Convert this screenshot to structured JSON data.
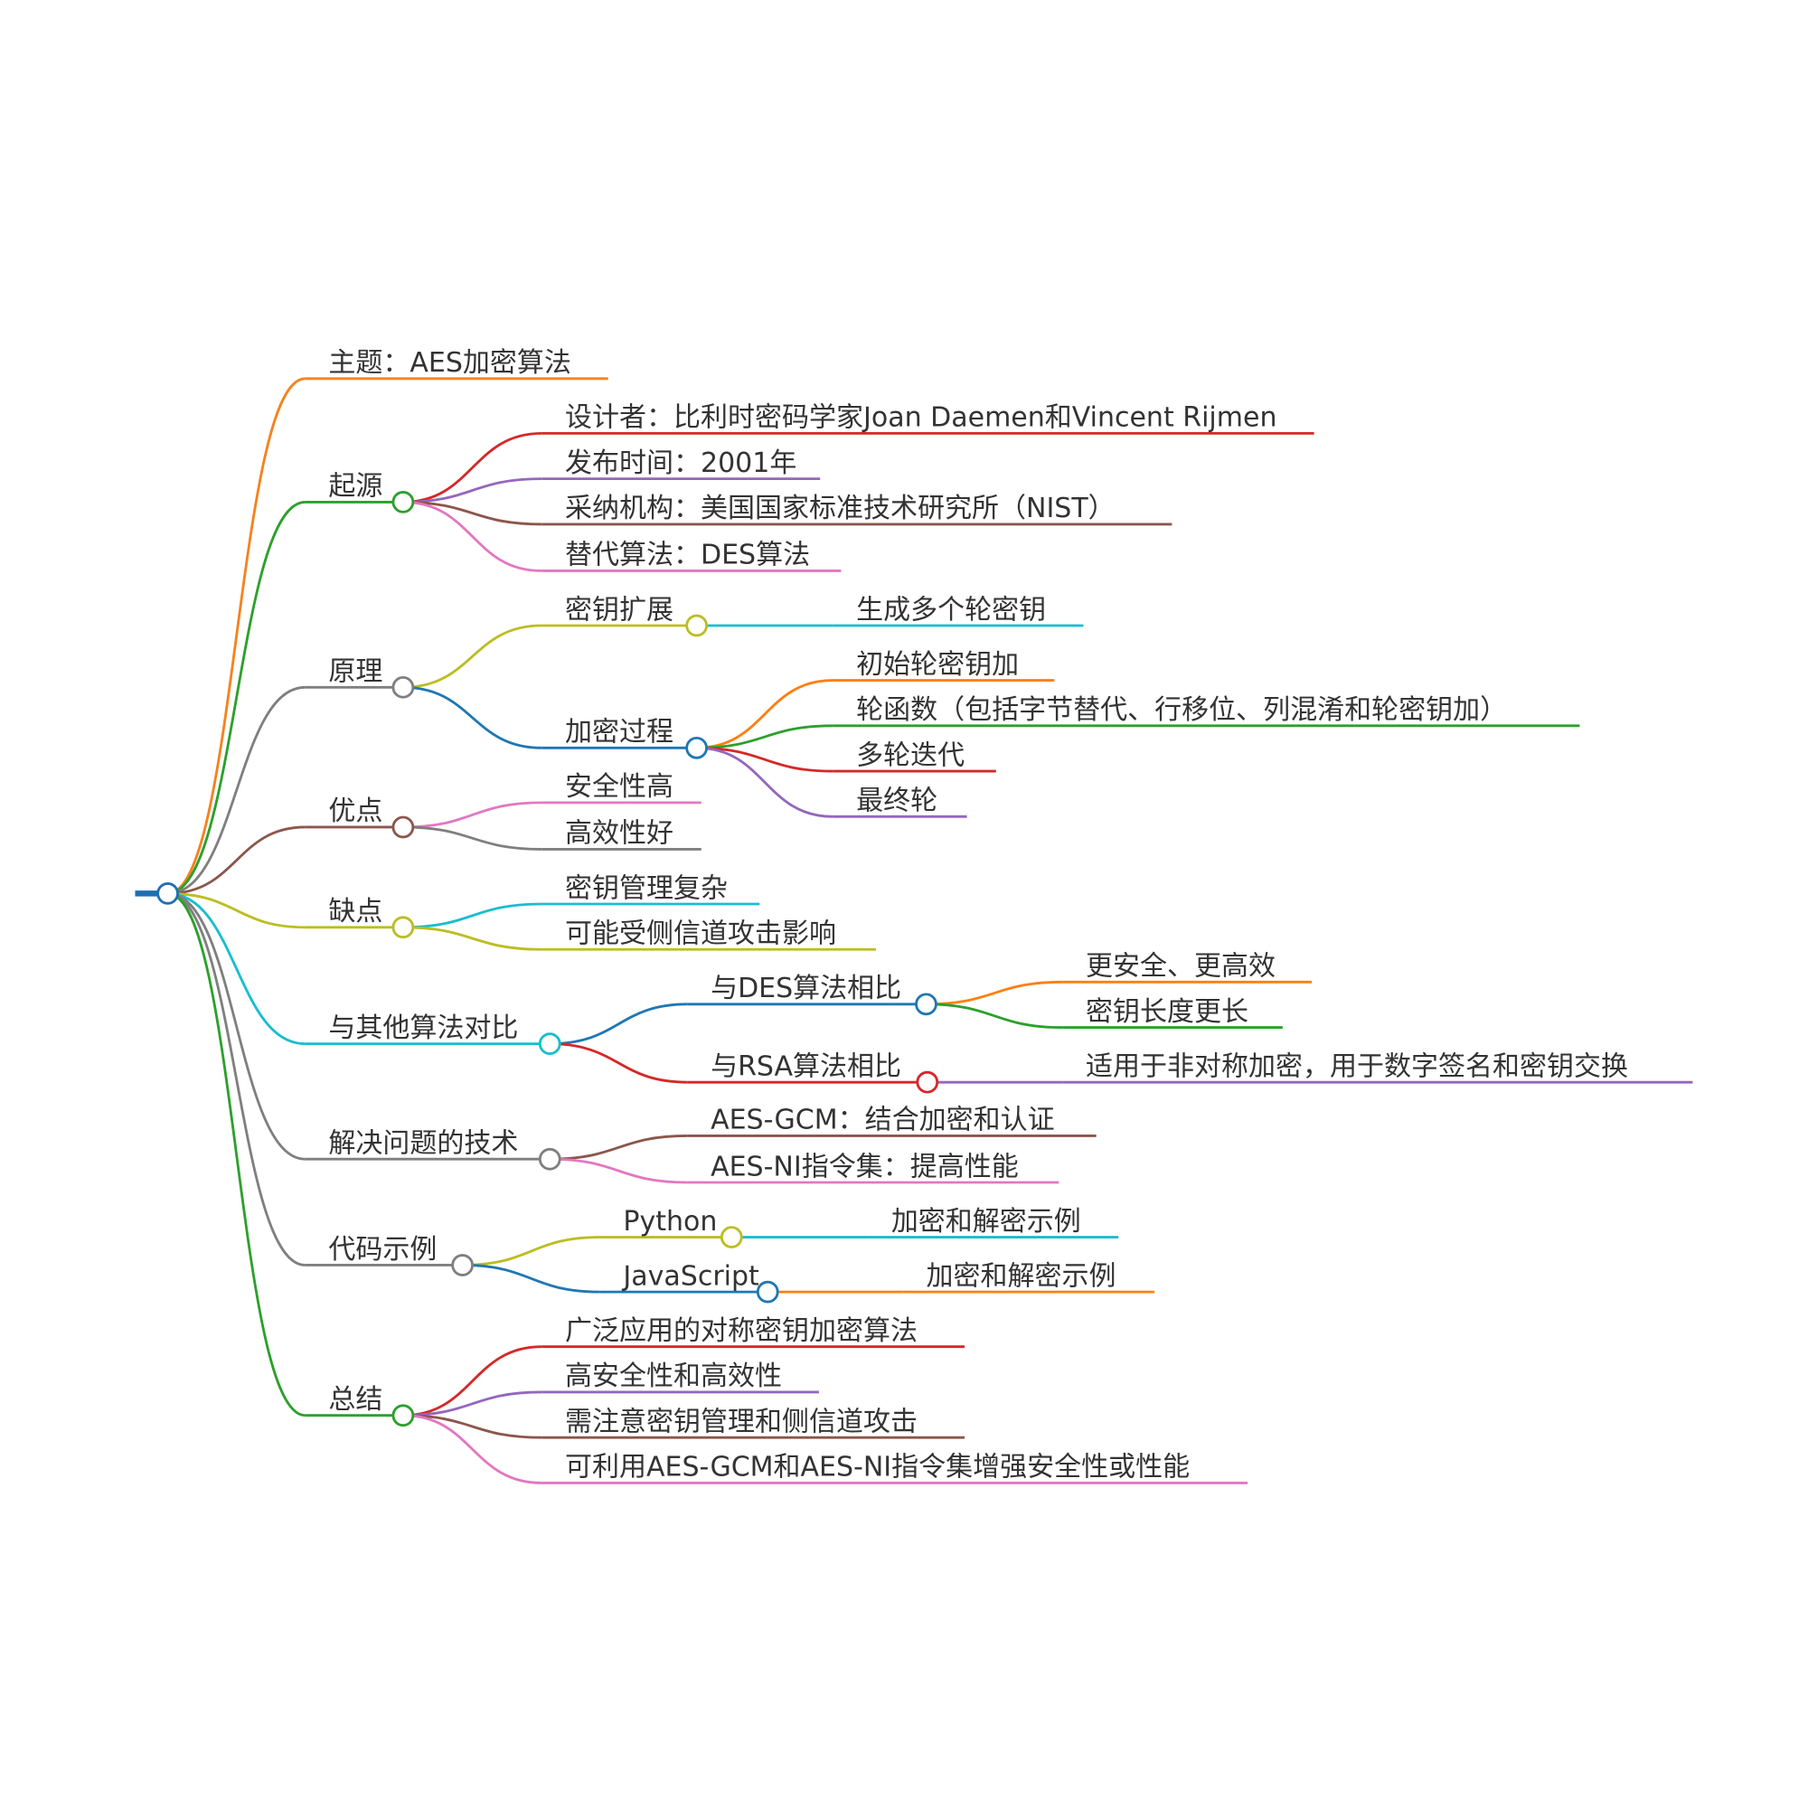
{
  "mindmap": {
    "root_color": "#1f6fb4",
    "nodes": [
      {
        "id": "topic",
        "label": "主题：AES加密算法",
        "color": "#f5821f",
        "children": []
      },
      {
        "id": "origin",
        "label": "起源",
        "color": "#2ca02c",
        "children": [
          {
            "label": "设计者：比利时密码学家Joan Daemen和Vincent Rijmen",
            "color": "#d62728"
          },
          {
            "label": "发布时间：2001年",
            "color": "#9467bd"
          },
          {
            "label": "采纳机构：美国国家标准技术研究所（NIST）",
            "color": "#8c564b"
          },
          {
            "label": "替代算法：DES算法",
            "color": "#e377c2"
          }
        ]
      },
      {
        "id": "principle",
        "label": "原理",
        "color": "#7f7f7f",
        "children": [
          {
            "label": "密钥扩展",
            "color": "#bcbd22",
            "children": [
              {
                "label": "生成多个轮密钥",
                "color": "#17becf"
              }
            ]
          },
          {
            "label": "加密过程",
            "color": "#1f77b4",
            "children": [
              {
                "label": "初始轮密钥加",
                "color": "#ff7f0e"
              },
              {
                "label": "轮函数（包括字节替代、行移位、列混淆和轮密钥加）",
                "color": "#2ca02c"
              },
              {
                "label": "多轮迭代",
                "color": "#d62728"
              },
              {
                "label": "最终轮",
                "color": "#9467bd"
              }
            ]
          }
        ]
      },
      {
        "id": "pros",
        "label": "优点",
        "color": "#8c564b",
        "children": [
          {
            "label": "安全性高",
            "color": "#e377c2"
          },
          {
            "label": "高效性好",
            "color": "#7f7f7f"
          }
        ]
      },
      {
        "id": "cons",
        "label": "缺点",
        "color": "#bcbd22",
        "children": [
          {
            "label": "密钥管理复杂",
            "color": "#17becf"
          },
          {
            "label": "可能受侧信道攻击影响",
            "color": "#bcbd22"
          }
        ]
      },
      {
        "id": "compare",
        "label": "与其他算法对比",
        "color": "#17becf",
        "children": [
          {
            "label": "与DES算法相比",
            "color": "#1f77b4",
            "children": [
              {
                "label": "更安全、更高效",
                "color": "#ff7f0e"
              },
              {
                "label": "密钥长度更长",
                "color": "#2ca02c"
              }
            ]
          },
          {
            "label": "与RSA算法相比",
            "color": "#d62728",
            "children": [
              {
                "label": "适用于非对称加密，用于数字签名和密钥交换",
                "color": "#9467bd"
              }
            ]
          }
        ]
      },
      {
        "id": "solutions",
        "label": "解决问题的技术",
        "color": "#7f7f7f",
        "children": [
          {
            "label": "AES-GCM：结合加密和认证",
            "color": "#8c564b"
          },
          {
            "label": "AES-NI指令集：提高性能",
            "color": "#e377c2"
          }
        ]
      },
      {
        "id": "code",
        "label": "代码示例",
        "color": "#7f7f7f",
        "children": [
          {
            "label": "Python",
            "color": "#bcbd22",
            "children": [
              {
                "label": "加密和解密示例",
                "color": "#17becf"
              }
            ]
          },
          {
            "label": "JavaScript",
            "color": "#1f77b4",
            "children": [
              {
                "label": "加密和解密示例",
                "color": "#ff7f0e"
              }
            ]
          }
        ]
      },
      {
        "id": "summary",
        "label": "总结",
        "color": "#2ca02c",
        "children": [
          {
            "label": "广泛应用的对称密钥加密算法",
            "color": "#d62728"
          },
          {
            "label": "高安全性和高效性",
            "color": "#9467bd"
          },
          {
            "label": "需注意密钥管理和侧信道攻击",
            "color": "#8c564b"
          },
          {
            "label": "可利用AES-GCM和AES-NI指令集增强安全性或性能",
            "color": "#e377c2"
          }
        ]
      }
    ]
  }
}
